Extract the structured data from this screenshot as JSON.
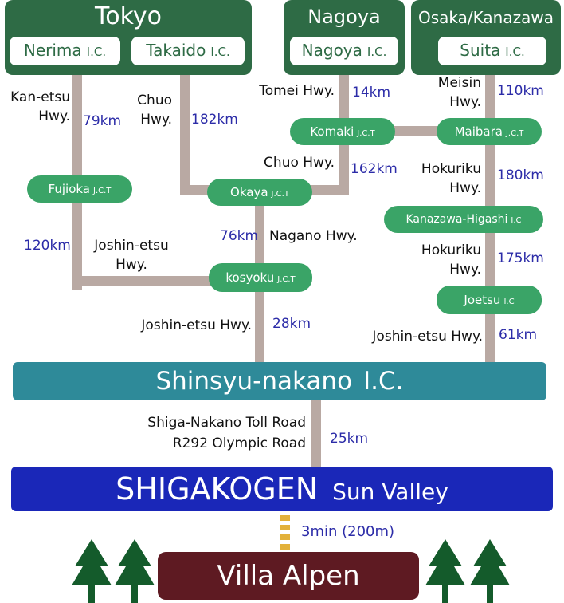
{
  "colors": {
    "city_header": "#2e6b45",
    "junction": "#3aa467",
    "road": "#b9a9a3",
    "nakano_bar": "#2e8a99",
    "shigakogen_bar": "#1a27b8",
    "villa_bar": "#5e1a22",
    "distance_text": "#2c2ca8",
    "dashed_path": "#e3b13a",
    "tree": "#145b2b"
  },
  "cities": {
    "tokyo": {
      "title": "Tokyo",
      "ic1_name": "Nerima",
      "ic1_suffix": "I.C.",
      "ic2_name": "Takaido",
      "ic2_suffix": "I.C."
    },
    "nagoya": {
      "title": "Nagoya",
      "ic_name": "Nagoya",
      "ic_suffix": "I.C."
    },
    "osaka": {
      "title": "Osaka/Kanazawa",
      "ic_name": "Suita",
      "ic_suffix": "I.C."
    }
  },
  "junctions": {
    "fujioka": {
      "name": "Fujioka",
      "suffix": "J.C.T"
    },
    "okaya": {
      "name": "Okaya",
      "suffix": "J.C.T"
    },
    "komaki": {
      "name": "Komaki",
      "suffix": "J.C.T"
    },
    "maibara": {
      "name": "Maibara",
      "suffix": "J.C.T"
    },
    "kanazawa_higashi": {
      "name": "Kanazawa-Higashi",
      "suffix": "I.C"
    },
    "kosyoku": {
      "name": "kosyoku",
      "suffix": "J.C.T"
    },
    "joetsu": {
      "name": "Joetsu",
      "suffix": "I.C"
    }
  },
  "highways": {
    "kan_etsu": "Kan-etsu\nHwy.",
    "chuo_left": "Chuo\nHwy.",
    "tomei": "Tomei Hwy.",
    "meisin": "Meisin\nHwy.",
    "chuo_right": "Chuo Hwy.",
    "hokuriku_1": "Hokuriku\nHwy.",
    "joshin_etsu_left": "Joshin-etsu\nHwy.",
    "nagano": "Nagano Hwy.",
    "hokuriku_2": "Hokuriku\nHwy.",
    "joshin_etsu_center": "Joshin-etsu Hwy.",
    "joshin_etsu_right": "Joshin-etsu Hwy.",
    "toll_road": "Shiga-Nakano Toll Road",
    "olympic_road": "R292 Olympic Road"
  },
  "distances": {
    "kan_etsu": "79km",
    "chuo_tokyo": "182km",
    "tomei": "14km",
    "meisin": "110km",
    "chuo_komaki": "162km",
    "hokuriku_1": "180km",
    "fujioka_kosyoku": "120km",
    "nagano": "76km",
    "hokuriku_2": "175km",
    "kosyoku_nakano": "28km",
    "joetsu_nakano": "61km",
    "nakano_shigakogen": "25km",
    "walk": "3min (200m)"
  },
  "destinations": {
    "nakano_name": "Shinsyu-nakano",
    "nakano_suffix": "I.C.",
    "shigakogen_name": "SHIGAKOGEN",
    "shigakogen_sub": "Sun Valley",
    "villa": "Villa Alpen"
  }
}
